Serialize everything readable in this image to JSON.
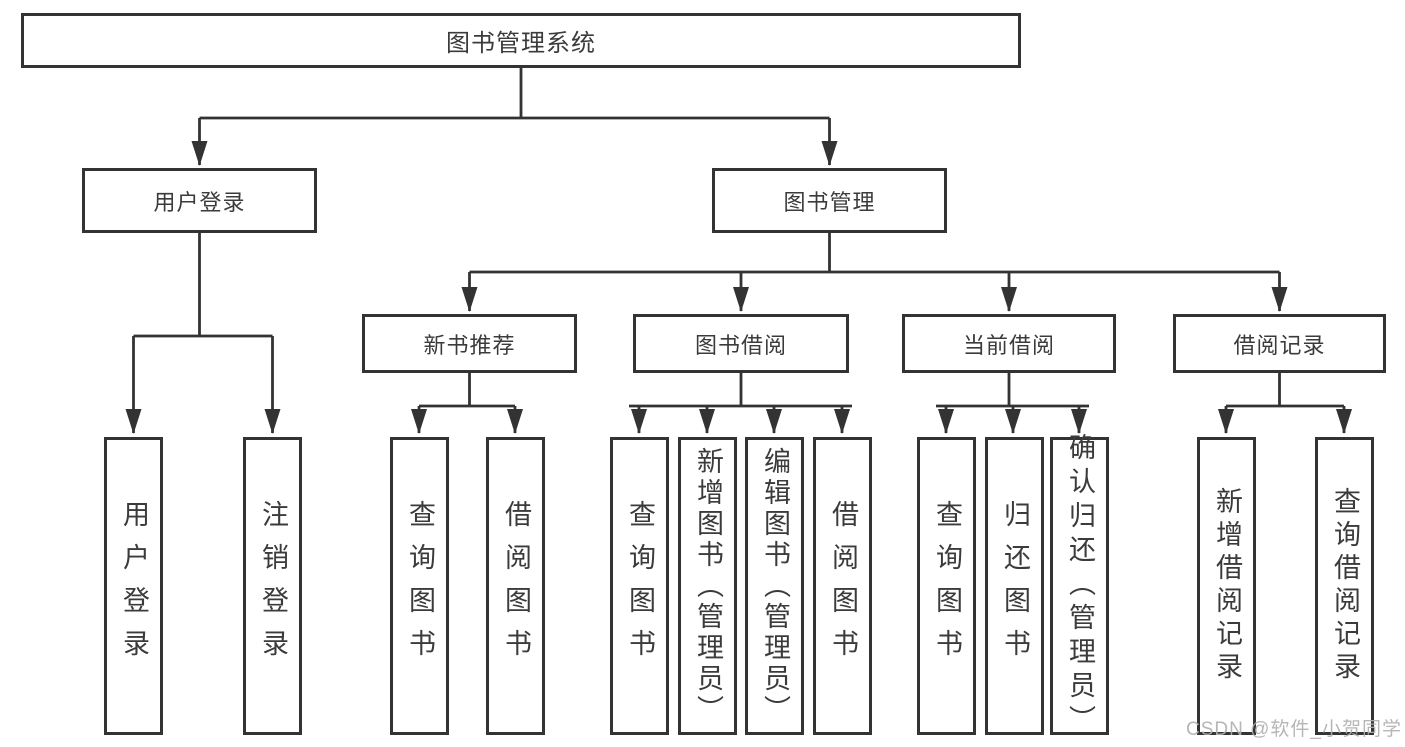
{
  "diagram": {
    "type": "hierarchy-tree",
    "tree": {
      "root": {
        "label": "图书管理系统"
      },
      "branches": [
        {
          "label": "用户登录",
          "children": [
            {
              "label": "用户登录"
            },
            {
              "label": "注销登录"
            }
          ]
        },
        {
          "label": "图书管理",
          "children": [
            {
              "label": "新书推荐",
              "children": [
                {
                  "label": "查询图书"
                },
                {
                  "label": "借阅图书"
                }
              ]
            },
            {
              "label": "图书借阅",
              "children": [
                {
                  "label": "查询图书"
                },
                {
                  "label": "新增图书（管理员）"
                },
                {
                  "label": "编辑图书（管理员）"
                },
                {
                  "label": "借阅图书"
                }
              ]
            },
            {
              "label": "当前借阅",
              "children": [
                {
                  "label": "查询图书"
                },
                {
                  "label": "归还图书"
                },
                {
                  "label": "确认归还（管理员）"
                }
              ]
            },
            {
              "label": "借阅记录",
              "children": [
                {
                  "label": "新增借阅记录"
                },
                {
                  "label": "查询借阅记录"
                }
              ]
            }
          ]
        }
      ]
    },
    "colors": {
      "line": "#333333",
      "box_border": "#333333",
      "text": "#3b3b3b",
      "background": "#ffffff",
      "watermark": "#b0b0b0"
    }
  },
  "watermark": "CSDN @软件_小贺同学"
}
